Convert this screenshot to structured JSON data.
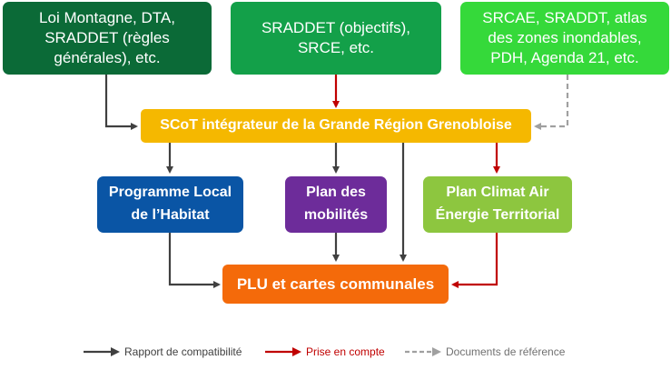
{
  "colors": {
    "dark_green": "#0b6a37",
    "mid_green": "#13a049",
    "light_green": "#35d93a",
    "yellow": "#f5b800",
    "blue": "#0a55a5",
    "purple": "#6d2c9a",
    "lime": "#8dc63f",
    "orange": "#f46a0a",
    "arrow_black": "#404040",
    "arrow_red": "#c00000",
    "arrow_grey": "#a0a0a0"
  },
  "top_boxes": {
    "left": "Loi Montagne, DTA,\nSRADDET (règles\ngénérales), etc.",
    "center": "SRADDET (objectifs),\nSRCE, etc.",
    "right": "SRCAE, SRADDT, atlas\ndes zones inondables,\nPDH, Agenda 21, etc."
  },
  "scot": "SCoT intégrateur de la Grande Région Grenobloise",
  "middle_boxes": {
    "plh": "Programme Local\nde l’Habitat",
    "mobilites": "Plan des\nmobilités",
    "pcaet": "Plan Climat Air\nÉnergie Territorial"
  },
  "plu": "PLU et cartes communales",
  "legend": {
    "compatibilite": "Rapport de compatibilité",
    "prise_en_compte": "Prise en compte",
    "reference": "Documents de référence"
  }
}
